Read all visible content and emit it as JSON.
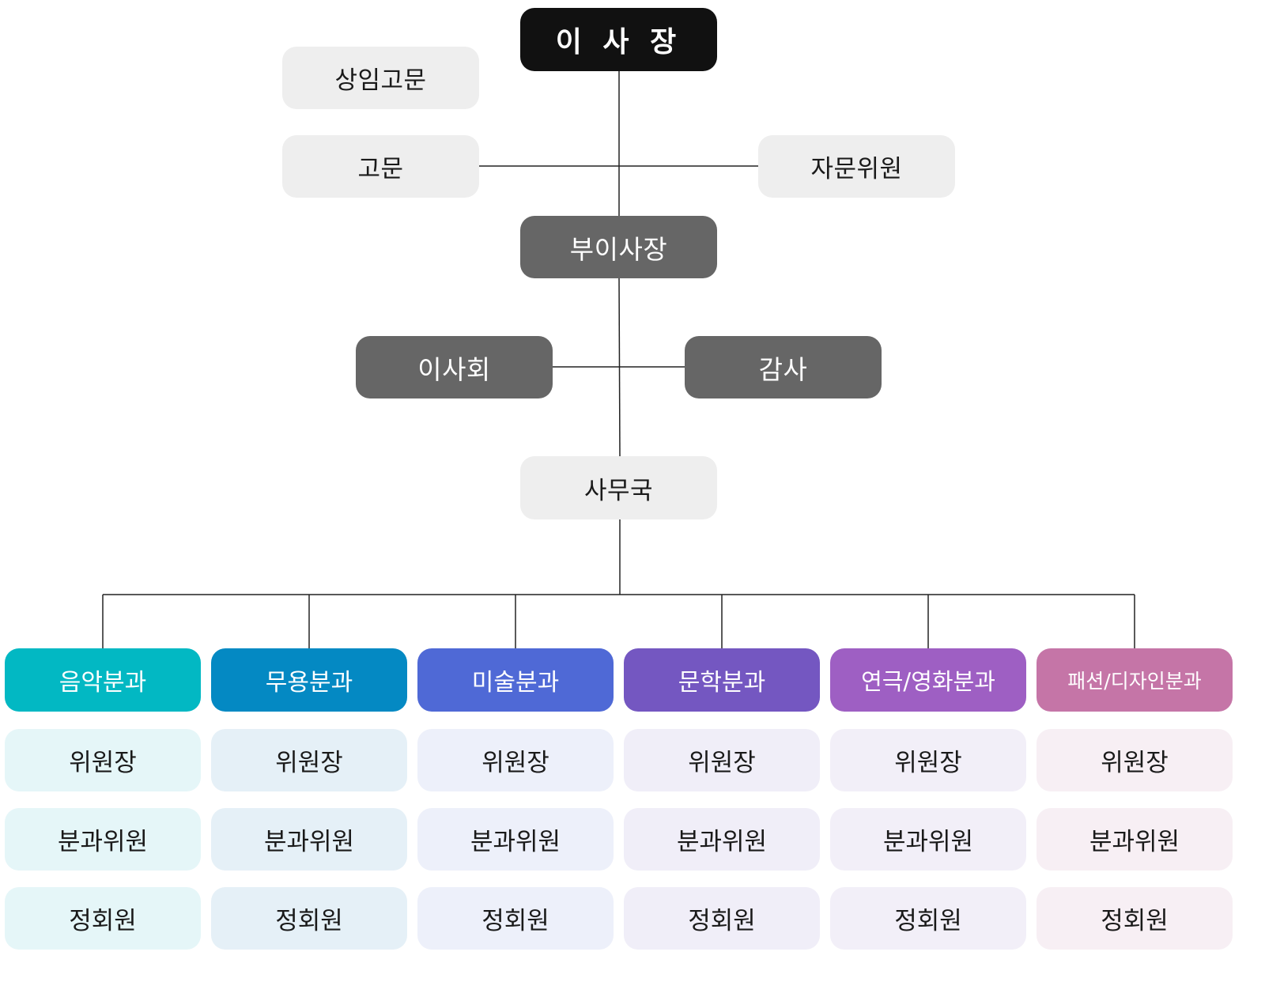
{
  "nodes": {
    "chairman": "이 사 장",
    "standing_advisor": "상임고문",
    "advisor": "고문",
    "consultant": "자문위원",
    "vice_chairman": "부이사장",
    "board": "이사회",
    "auditor": "감사",
    "secretariat": "사무국"
  },
  "departments": [
    {
      "name": "음악분과",
      "color": "#02b8c3",
      "sub_color": "#e5f6f8",
      "members": [
        "위원장",
        "분과위원",
        "정회원"
      ]
    },
    {
      "name": "무용분과",
      "color": "#0489c3",
      "sub_color": "#e5f0f7",
      "members": [
        "위원장",
        "분과위원",
        "정회원"
      ]
    },
    {
      "name": "미술분과",
      "color": "#4f69d6",
      "sub_color": "#edf0fa",
      "members": [
        "위원장",
        "분과위원",
        "정회원"
      ]
    },
    {
      "name": "문학분과",
      "color": "#7457c1",
      "sub_color": "#f0eef8",
      "members": [
        "위원장",
        "분과위원",
        "정회원"
      ]
    },
    {
      "name": "연극/영화분과",
      "color": "#9e5fc3",
      "sub_color": "#f2eff8",
      "members": [
        "위원장",
        "분과위원",
        "정회원"
      ]
    },
    {
      "name": "패션/디자인분과",
      "color": "#c575a7",
      "sub_color": "#f7eff4",
      "members": [
        "위원장",
        "분과위원",
        "정회원"
      ]
    }
  ]
}
